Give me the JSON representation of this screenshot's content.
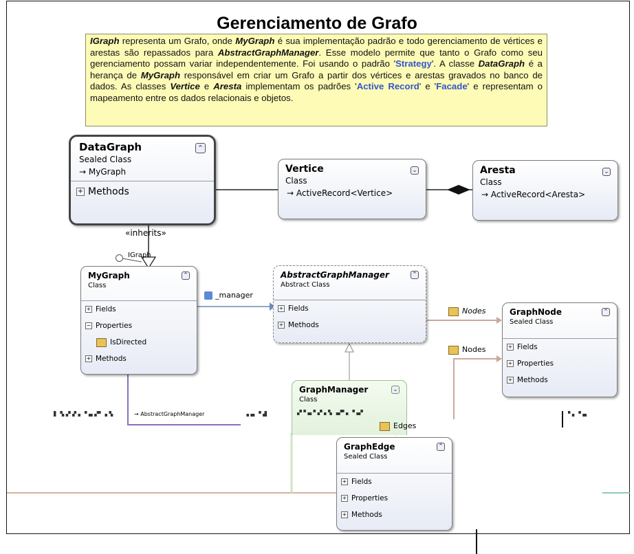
{
  "title": "Gerenciamento de Grafo",
  "note": {
    "segments": [
      {
        "text": "IGraph",
        "style": "bi"
      },
      {
        "text": " representa um Grafo, onde ",
        "style": ""
      },
      {
        "text": "MyGraph",
        "style": "bi"
      },
      {
        "text": " é sua implementação padrão e todo gerenciamento de vértices e arestas são repassados para ",
        "style": ""
      },
      {
        "text": "AbstractGraphManager",
        "style": "bi"
      },
      {
        "text": ". Esse modelo permite que tanto o Grafo como seu gerenciamento possam variar independentemente. Foi usando o padrão '",
        "style": ""
      },
      {
        "text": "Strategy",
        "style": "link"
      },
      {
        "text": "'. A classe ",
        "style": ""
      },
      {
        "text": "DataGraph",
        "style": "bi"
      },
      {
        "text": " é a herança de ",
        "style": ""
      },
      {
        "text": "MyGraph",
        "style": "bi"
      },
      {
        "text": " responsável em criar um Grafo a partir dos vértices e arestas gravados no banco de dados. As classes ",
        "style": ""
      },
      {
        "text": "Vertice",
        "style": "bi"
      },
      {
        "text": " e ",
        "style": ""
      },
      {
        "text": "Aresta",
        "style": "bi"
      },
      {
        "text": " implementam os padrões '",
        "style": ""
      },
      {
        "text": "Active Record",
        "style": "link"
      },
      {
        "text": "' e '",
        "style": ""
      },
      {
        "text": "Facade",
        "style": "link"
      },
      {
        "text": "' e representam o mapeamento entre os dados relacionais e objetos.",
        "style": ""
      }
    ]
  },
  "classes": {
    "datagraph": {
      "name": "DataGraph",
      "type": "Sealed Class",
      "parent": "MyGraph",
      "toggle": "⌃",
      "sections": [
        "Methods"
      ]
    },
    "vertice": {
      "name": "Vertice",
      "type": "Class",
      "parent": "ActiveRecord<Vertice>",
      "toggle": "⌄"
    },
    "aresta": {
      "name": "Aresta",
      "type": "Class",
      "parent": "ActiveRecord<Aresta>",
      "toggle": "⌄"
    },
    "mygraph": {
      "name": "MyGraph",
      "type": "Class",
      "toggle": "⌃",
      "fields": "Fields",
      "properties": "Properties",
      "property_item": "IsDirected",
      "methods": "Methods"
    },
    "abstractgm": {
      "name": "AbstractGraphManager",
      "type": "Abstract Class",
      "toggle": "⌃",
      "fields": "Fields",
      "methods": "Methods"
    },
    "graphnode": {
      "name": "GraphNode",
      "type": "Sealed Class",
      "toggle": "⌃",
      "fields": "Fields",
      "properties": "Properties",
      "methods": "Methods"
    },
    "graphmanager": {
      "name": "GraphManager",
      "type": "Class",
      "toggle": "⌄"
    },
    "graphedge": {
      "name": "GraphEdge",
      "type": "Sealed Class",
      "toggle": "⌃",
      "fields": "Fields",
      "properties": "Properties",
      "methods": "Methods"
    }
  },
  "labels": {
    "inherits": "«inherits»",
    "igraph": "IGraph",
    "manager": "_manager",
    "nodes_italic": "Nodes",
    "nodes": "Nodes",
    "edges": "Edges",
    "abstract_ref": "AbstractGraphManager"
  }
}
